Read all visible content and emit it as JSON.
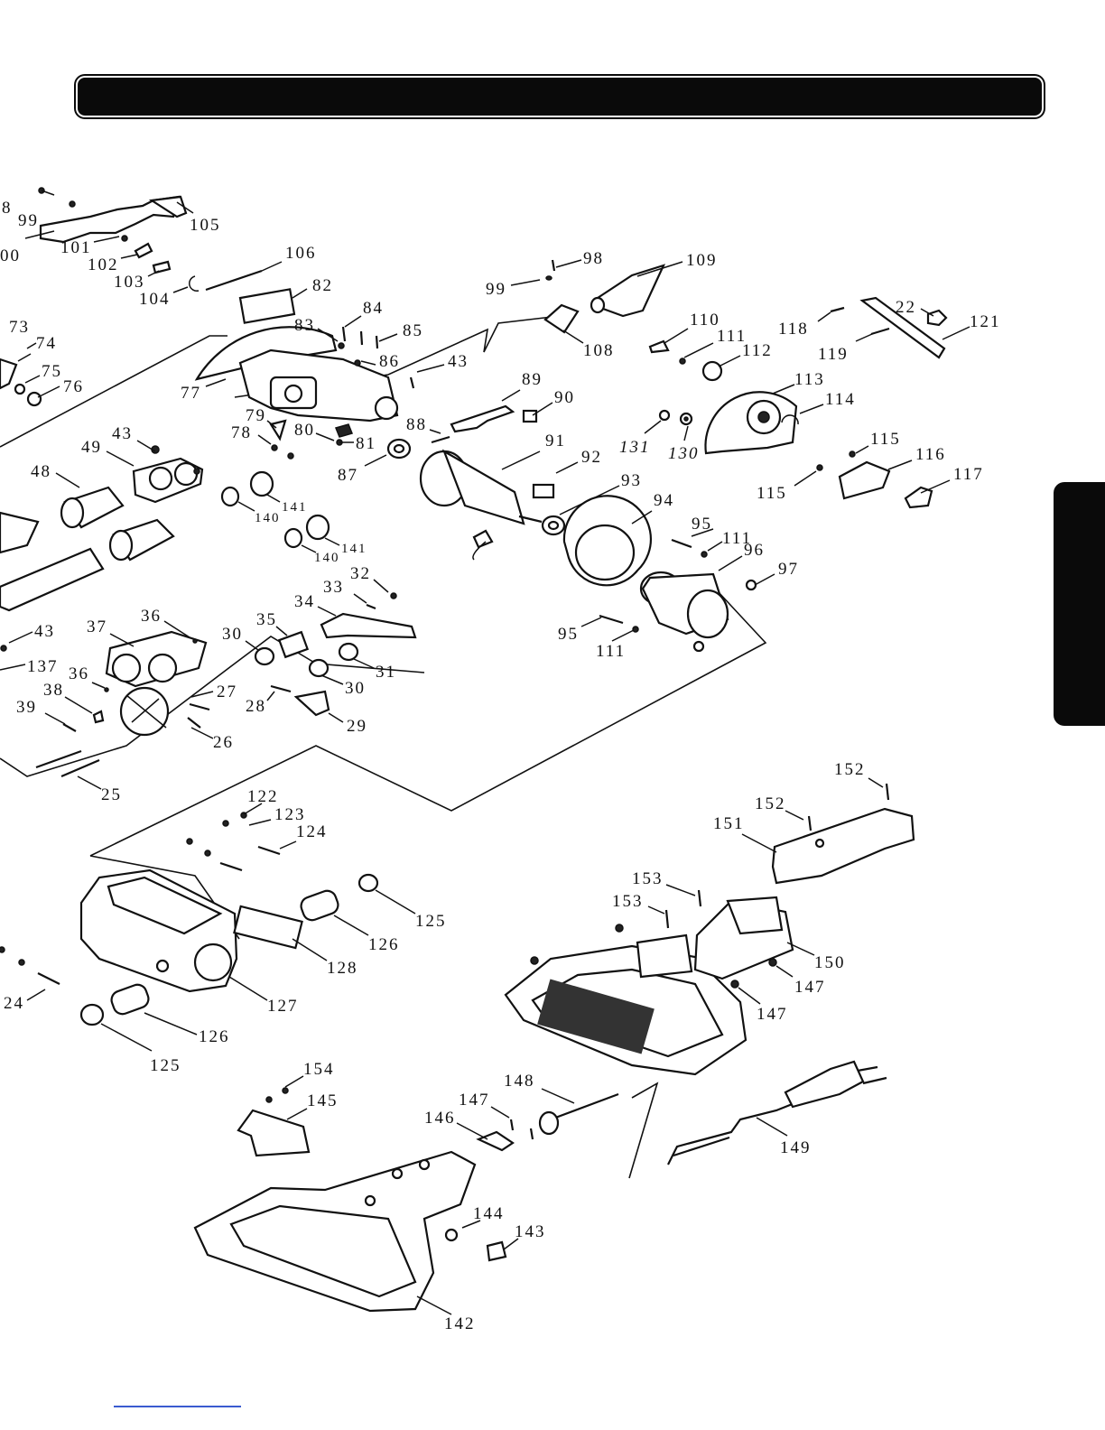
{
  "labels": {
    "p8": "8",
    "p99a": "99",
    "p105": "105",
    "p100": "00",
    "p101": "101",
    "p102": "102",
    "p103": "103",
    "p104": "104",
    "p106": "106",
    "p82": "82",
    "p73": "73",
    "p74": "74",
    "p75": "75",
    "p76": "76",
    "p77": "77",
    "p83": "83",
    "p84": "84",
    "p85": "85",
    "p86": "86",
    "p43a": "43",
    "p79": "79",
    "p78": "78",
    "p80": "80",
    "p81": "81",
    "p88": "88",
    "p87": "87",
    "p89": "89",
    "p90": "90",
    "p91": "91",
    "p92": "92",
    "p93": "93",
    "p94": "94",
    "p98": "98",
    "p99b": "99",
    "p109": "109",
    "p108": "108",
    "p110": "110",
    "p111a": "111",
    "p112": "112",
    "p118": "118",
    "p119": "119",
    "p22": "22",
    "p121": "121",
    "p113": "113",
    "p114": "114",
    "p131": "131",
    "p130": "130",
    "p115a": "115",
    "p115b": "115",
    "p116": "116",
    "p117": "117",
    "p95a": "95",
    "p111b": "111",
    "p96": "96",
    "p97": "97",
    "p95b": "95",
    "p111c": "111",
    "p43b": "43",
    "p49": "49",
    "p48": "48",
    "p140a": "140",
    "p141a": "141",
    "p140b": "140",
    "p141b": "141",
    "p32": "32",
    "p33": "33",
    "p34": "34",
    "p43c": "43",
    "p37": "37",
    "p36a": "36",
    "p35": "35",
    "p30a": "30",
    "p31": "31",
    "p30b": "30",
    "p137": "137",
    "p36b": "36",
    "p38": "38",
    "p27": "27",
    "p28": "28",
    "p29": "29",
    "p39": "39",
    "p26": "26",
    "p25": "25",
    "p122": "122",
    "p123": "123",
    "p124": "124",
    "p125a": "125",
    "p126a": "126",
    "p128": "128",
    "p127": "127",
    "p24": "24",
    "p126b": "126",
    "p125b": "125",
    "p152a": "152",
    "p152b": "152",
    "p151": "151",
    "p153a": "153",
    "p153b": "153",
    "p150": "150",
    "p147a": "147",
    "p147b": "147",
    "p154": "154",
    "p145": "145",
    "p148": "148",
    "p147c": "147",
    "p146": "146",
    "p149": "149",
    "p144": "144",
    "p143": "143",
    "p142": "142"
  }
}
